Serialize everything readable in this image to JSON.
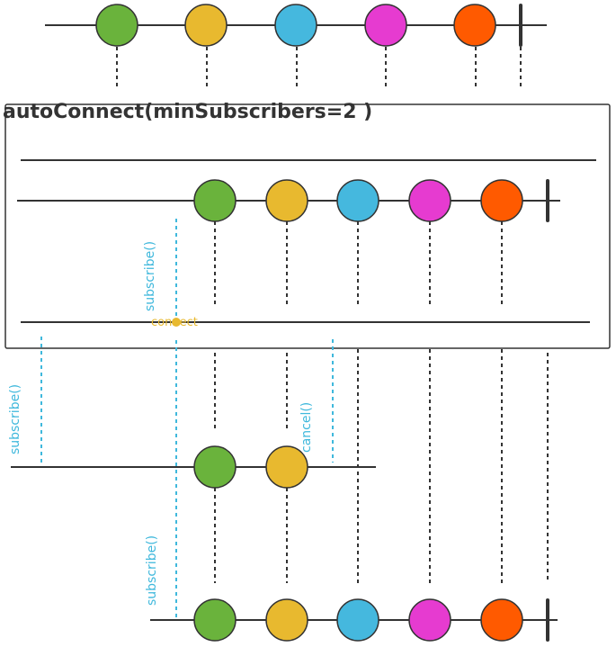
{
  "operator": {
    "label": "autoConnect(minSubscribers=2 )"
  },
  "colors": {
    "green": "#6ab33c",
    "yellow": "#e8b92f",
    "blue": "#45b8de",
    "magenta": "#e63bd0",
    "orange": "#ff5a00",
    "line": "#333333",
    "subscribe_accent": "#3fb8dc",
    "connect_accent": "#e8b92f"
  },
  "events": {
    "subscribe_label": "subscribe()",
    "cancel_label": "cancel()",
    "connect_label": "connect"
  },
  "timelines": {
    "source": {
      "marbles": [
        "green",
        "yellow",
        "blue",
        "magenta",
        "orange"
      ],
      "completed": true
    },
    "inner": {
      "marbles": [
        "green",
        "yellow",
        "blue",
        "magenta",
        "orange"
      ],
      "completed": true
    },
    "subscriber_1": {
      "marbles": [
        "green",
        "yellow"
      ],
      "completed": false,
      "cancelled": true
    },
    "subscriber_2": {
      "marbles": [
        "green",
        "yellow",
        "blue",
        "magenta",
        "orange"
      ],
      "completed": true
    }
  }
}
